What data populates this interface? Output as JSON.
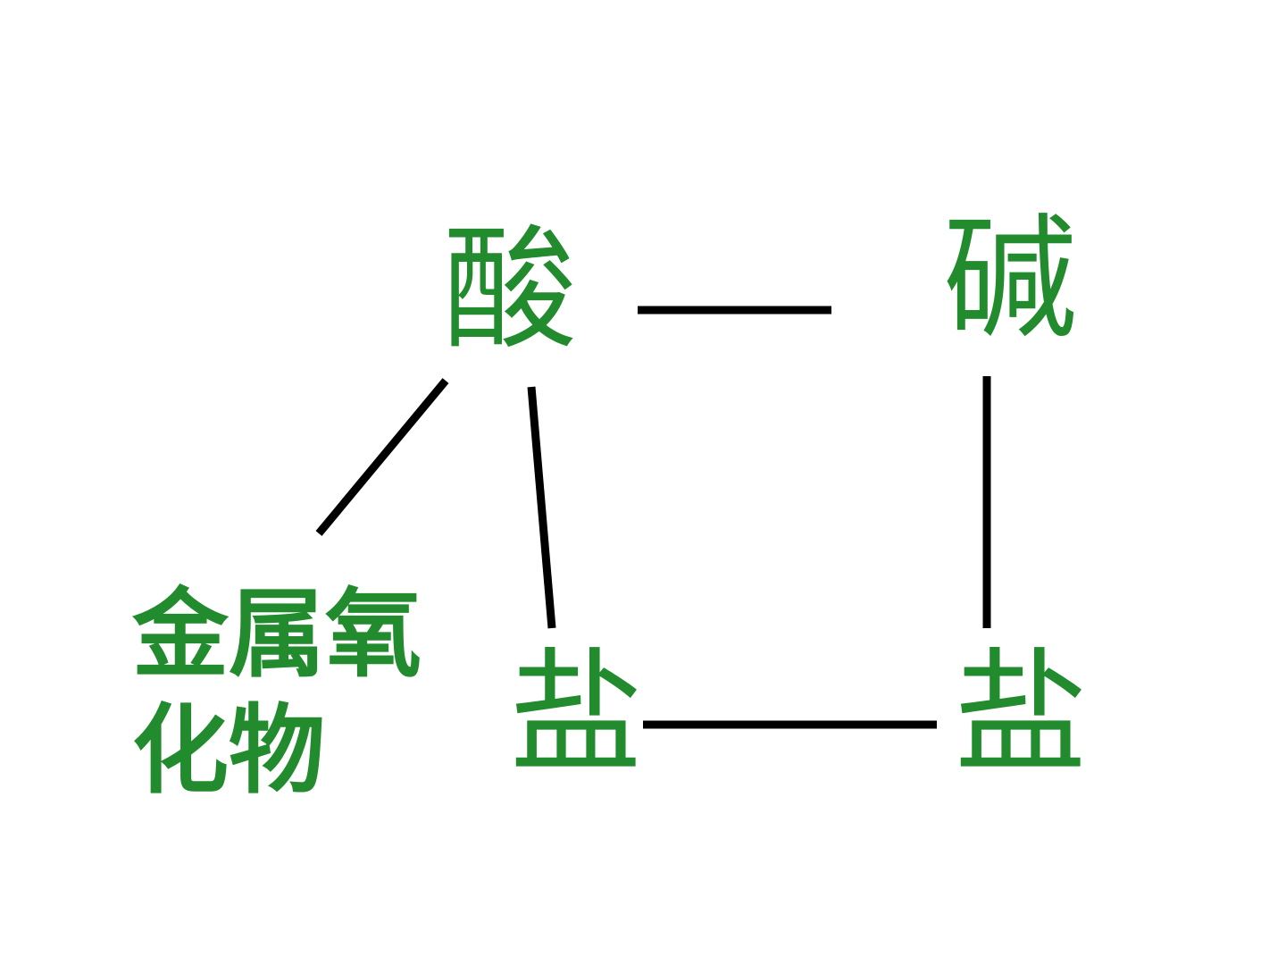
{
  "diagram": {
    "nodes": {
      "acid": "酸",
      "base": "碱",
      "salt_left": "盐",
      "salt_right": "盐",
      "metal_oxide_line1": "金属氧",
      "metal_oxide_line2": "化物"
    },
    "edges": [
      {
        "from": "acid",
        "to": "base"
      },
      {
        "from": "acid",
        "to": "metal_oxide"
      },
      {
        "from": "acid",
        "to": "salt_left"
      },
      {
        "from": "base",
        "to": "salt_right"
      },
      {
        "from": "salt_left",
        "to": "salt_right"
      }
    ],
    "colors": {
      "node_text": "#228b2d",
      "connector": "#000000",
      "background": "#ffffff"
    }
  }
}
